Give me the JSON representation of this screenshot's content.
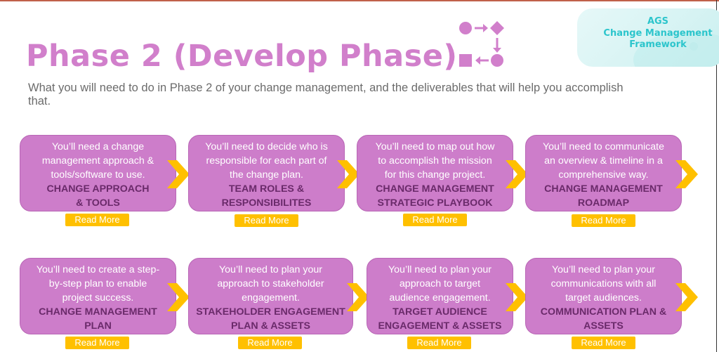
{
  "header": {
    "title": "Phase 2 (Develop Phase)",
    "subtitle": "What you will need to do in Phase 2 of your change management, and the deliverables that will help you accomplish that.",
    "icon": "process-flow-icon"
  },
  "brand": {
    "line1": "AGS",
    "line2": "Change Management",
    "line3": "Framework",
    "color": "#2cc5cc"
  },
  "colors": {
    "title": "#d17fcb",
    "card": "#cd7dca",
    "deliverable_text": "#6a2a6a",
    "button": "#ffc000",
    "chevron": "#ffc000"
  },
  "steps": [
    {
      "description": "You’ll need a change\nmanagement approach &\ntools/software to use.",
      "deliverable": "CHANGE APPROACH\n& TOOLS",
      "button": "Read More"
    },
    {
      "description": "You’ll need to decide who is\nresponsible for each part of\nthe change plan.",
      "deliverable": "TEAM ROLES &\nRESPONSIBILITES",
      "button": "Read More"
    },
    {
      "description": "You’ll need to map out how\nto accomplish the mission\nfor this change project.",
      "deliverable": "CHANGE MANAGEMENT\nSTRATEGIC PLAYBOOK",
      "button": "Read More"
    },
    {
      "description": "You’ll need to communicate\nan overview & timeline in a\ncomprehensive way.",
      "deliverable": "CHANGE MANAGEMENT\nROADMAP",
      "button": "Read More"
    },
    {
      "description": "You’ll need to create a step-\nby-step plan to enable\nproject success.",
      "deliverable": "CHANGE MANAGEMENT\nPLAN",
      "button": "Read More"
    },
    {
      "description": "You’ll need to plan your\napproach to stakeholder\nengagement.",
      "deliverable": "STAKEHOLDER ENGAGEMENT\nPLAN & ASSETS",
      "button": "Read More"
    },
    {
      "description": "You’ll need to plan your\napproach to target\naudience engagement.",
      "deliverable": "TARGET AUDIENCE\nENGAGEMENT & ASSETS",
      "button": "Read More"
    },
    {
      "description": "You’ll need to plan your\ncommunications with all\ntarget audiences.",
      "deliverable": "COMMUNICATION PLAN &\nASSETS",
      "button": "Read More"
    }
  ]
}
